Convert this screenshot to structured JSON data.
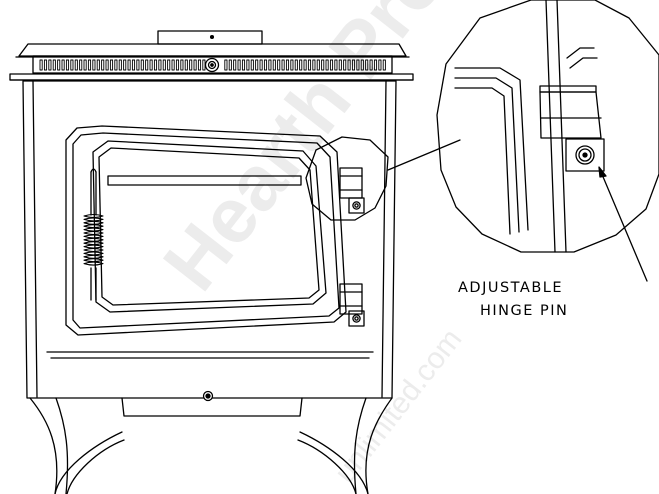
{
  "callout": {
    "line1": "ADJUSTABLE",
    "line2": "HINGE  PIN"
  },
  "watermark": {
    "big": "Hearth Prod",
    "small": "unlimited.com"
  },
  "colors": {
    "line": "#000000",
    "background": "#ffffff",
    "watermark": "#ececec"
  }
}
